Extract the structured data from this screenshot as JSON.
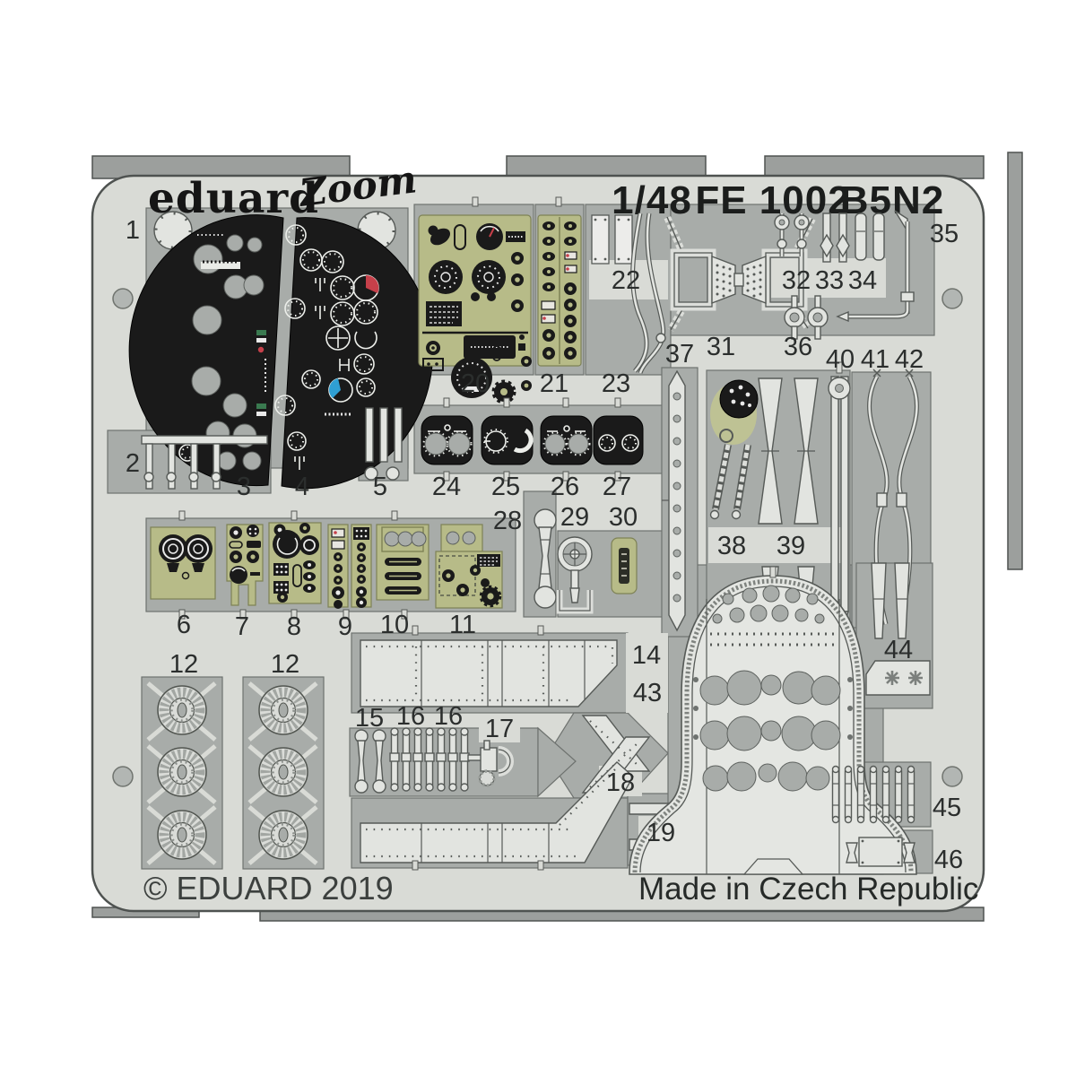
{
  "header": {
    "brand": "eduard",
    "logo_script": "Zoom",
    "scale": "1/48",
    "product_code": "FE 1002",
    "subject": "B5N2"
  },
  "footer": {
    "copyright": "© EDUARD 2019",
    "made_in": "Made in Czech Republic"
  },
  "colors": {
    "prepaint_khaki": "#b7bb88",
    "printed_black": "#1a1a1a",
    "dial_red": "#c6404a",
    "dial_blue": "#2f9fd3",
    "dial_green": "#3a7a50",
    "metal_light": "#e2e4e0",
    "recess_gray": "#a8aca9",
    "frame_gray": "#d9dbd6"
  },
  "part_labels": [
    {
      "text": "1"
    },
    {
      "text": "2"
    },
    {
      "text": "3"
    },
    {
      "text": "4"
    },
    {
      "text": "5"
    },
    {
      "text": "6"
    },
    {
      "text": "7"
    },
    {
      "text": "8"
    },
    {
      "text": "9"
    },
    {
      "text": "10"
    },
    {
      "text": "11"
    },
    {
      "text": "12"
    },
    {
      "text": "12"
    },
    {
      "text": "14"
    },
    {
      "text": "15"
    },
    {
      "text": "16"
    },
    {
      "text": "16"
    },
    {
      "text": "17"
    },
    {
      "text": "18"
    },
    {
      "text": "19"
    },
    {
      "text": "20"
    },
    {
      "text": "21"
    },
    {
      "text": "22"
    },
    {
      "text": "23"
    },
    {
      "text": "24"
    },
    {
      "text": "25"
    },
    {
      "text": "26"
    },
    {
      "text": "27"
    },
    {
      "text": "28"
    },
    {
      "text": "29"
    },
    {
      "text": "30"
    },
    {
      "text": "31"
    },
    {
      "text": "32"
    },
    {
      "text": "33"
    },
    {
      "text": "34"
    },
    {
      "text": "35"
    },
    {
      "text": "36"
    },
    {
      "text": "37"
    },
    {
      "text": "38"
    },
    {
      "text": "39"
    },
    {
      "text": "40"
    },
    {
      "text": "41"
    },
    {
      "text": "42"
    },
    {
      "text": "43"
    },
    {
      "text": "44"
    },
    {
      "text": "45"
    },
    {
      "text": "46"
    }
  ]
}
